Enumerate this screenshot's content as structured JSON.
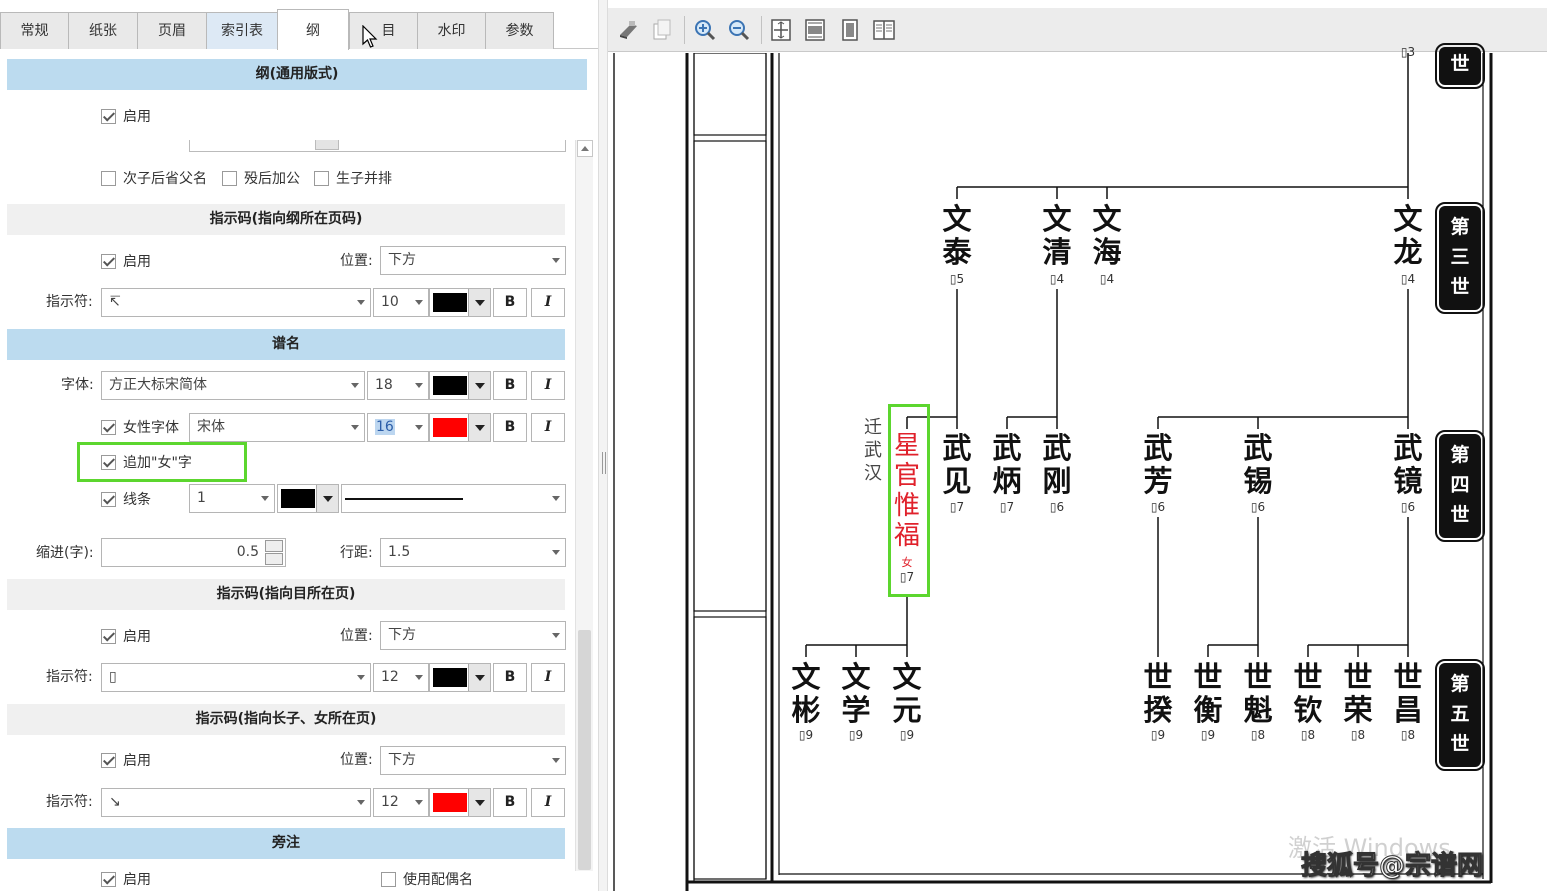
{
  "tabs": [
    "常规",
    "纸张",
    "页眉",
    "索引表",
    "纲",
    "目",
    "水印",
    "参数"
  ],
  "sections": {
    "gang": {
      "title": "纲(通用版式)",
      "enable": "启用",
      "omit_parent": "次子后省父名",
      "after_death": "殁后加公",
      "born_row": "生子并排"
    },
    "index_code1": {
      "title": "指示码(指向纲所在页码)",
      "enable": "启用",
      "position_label": "位置:",
      "position_value": "下方",
      "symbol_label": "指示符:",
      "symbol_value": "↸",
      "size": "10",
      "bold": "B",
      "italic": "I"
    },
    "genealogy_name": {
      "title": "谱名",
      "font_label": "字体:",
      "font_value": "方正大标宋简体",
      "font_size": "18",
      "bold": "B",
      "italic": "I",
      "female_font": "女性字体",
      "female_font_value": "宋体",
      "female_size": "16",
      "add_female": "追加\"女\"字",
      "lines": "线条",
      "line_value": "1",
      "indent_label": "缩进(字):",
      "indent_value": "0.5",
      "spacing_label": "行距:",
      "spacing_value": "1.5"
    },
    "index_code2": {
      "title": "指示码(指向目所在页)",
      "enable": "启用",
      "position_label": "位置:",
      "position_value": "下方",
      "symbol_label": "指示符:",
      "symbol_value": "▯",
      "size": "12",
      "bold": "B",
      "italic": "I"
    },
    "index_code3": {
      "title": "指示码(指向长子、女所在页)",
      "enable": "启用",
      "position_label": "位置:",
      "position_value": "下方",
      "symbol_label": "指示符:",
      "symbol_value": "↘",
      "size": "12",
      "bold": "B",
      "italic": "I"
    },
    "side_note": {
      "title": "旁注",
      "enable": "启用",
      "use_spouse": "使用配偶名"
    }
  },
  "colors": {
    "black": "#000000",
    "red": "#ff0000",
    "accent_green": "#5cd62e",
    "header_blue": "#bcdbef"
  },
  "toolbar_icons": [
    "print-icon",
    "copy-icon",
    "zoom-in-icon",
    "zoom-out-icon",
    "fit-page-icon",
    "fit-width-icon",
    "single-page-icon",
    "two-page-icon"
  ],
  "tree": {
    "generations": {
      "g2": "世",
      "g3": [
        "第",
        "三",
        "世"
      ],
      "g4": [
        "第",
        "四",
        "世"
      ],
      "g5": [
        "第",
        "五",
        "世"
      ]
    },
    "top_pg": "3",
    "gen3": [
      {
        "c1": "文",
        "c2": "泰",
        "pg": "5"
      },
      {
        "c1": "文",
        "c2": "清",
        "pg": "4"
      },
      {
        "c1": "文",
        "c2": "海",
        "pg": "4"
      },
      {
        "c1": "文",
        "c2": "龙",
        "pg": "4"
      }
    ],
    "gen4": [
      {
        "c1": "武",
        "c2": "见",
        "pg": "7"
      },
      {
        "c1": "武",
        "c2": "炳",
        "pg": "7"
      },
      {
        "c1": "武",
        "c2": "刚",
        "pg": "6"
      },
      {
        "c1": "武",
        "c2": "芳",
        "pg": "6"
      },
      {
        "c1": "武",
        "c2": "锡",
        "pg": "6"
      },
      {
        "c1": "武",
        "c2": "镜",
        "pg": "6"
      }
    ],
    "female": {
      "chars": [
        "星",
        "官",
        "惟",
        "福"
      ],
      "suffix": "女",
      "pg": "7"
    },
    "side_note": [
      "迁",
      "武",
      "汉"
    ],
    "gen5": [
      {
        "c1": "文",
        "c2": "彬",
        "pg": "9"
      },
      {
        "c1": "文",
        "c2": "学",
        "pg": "9"
      },
      {
        "c1": "文",
        "c2": "元",
        "pg": "9"
      },
      {
        "c1": "世",
        "c2": "揆",
        "pg": "9"
      },
      {
        "c1": "世",
        "c2": "衡",
        "pg": "9"
      },
      {
        "c1": "世",
        "c2": "魁",
        "pg": "8"
      },
      {
        "c1": "世",
        "c2": "钦",
        "pg": "8"
      },
      {
        "c1": "世",
        "c2": "荣",
        "pg": "8"
      },
      {
        "c1": "世",
        "c2": "昌",
        "pg": "8"
      }
    ]
  },
  "watermark": {
    "activate": "激活 Windows",
    "sohu": "搜狐号@宗谱网"
  }
}
